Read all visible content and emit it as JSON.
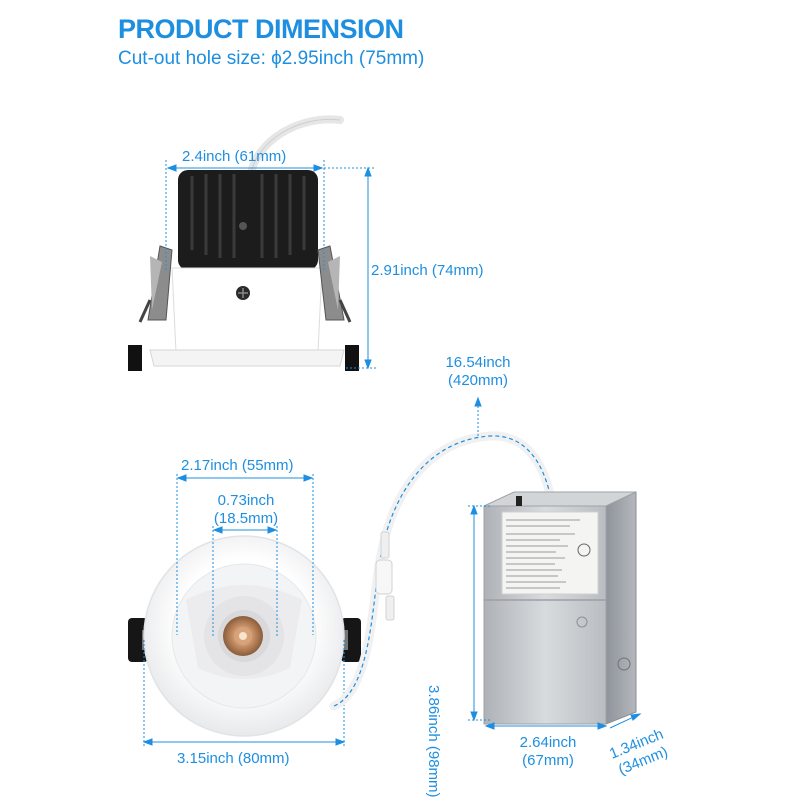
{
  "header": {
    "title": "PRODUCT DIMENSION",
    "subtitle": "Cut-out hole size: ϕ2.95inch (75mm)"
  },
  "dimensions": {
    "side_width": "2.4inch (61mm)",
    "side_height": "2.91inch (74mm)",
    "cable_length_line1": "16.54inch",
    "cable_length_line2": "(420mm)",
    "front_inner_width": "2.17inch (55mm)",
    "lens_width_line1": "0.73inch",
    "lens_width_line2": "(18.5mm)",
    "front_outer_width": "3.15inch (80mm)",
    "box_height": "3.86inch (98mm)",
    "box_width_line1": "2.64inch",
    "box_width_line2": "(67mm)",
    "box_depth_line1": "1.34inch",
    "box_depth_line2": "(34mm)"
  },
  "colors": {
    "accent": "#1e8fe0",
    "heatsink": "#1a1a1a",
    "housing": "#ffffff",
    "junction_box": "#c9ccd0"
  }
}
